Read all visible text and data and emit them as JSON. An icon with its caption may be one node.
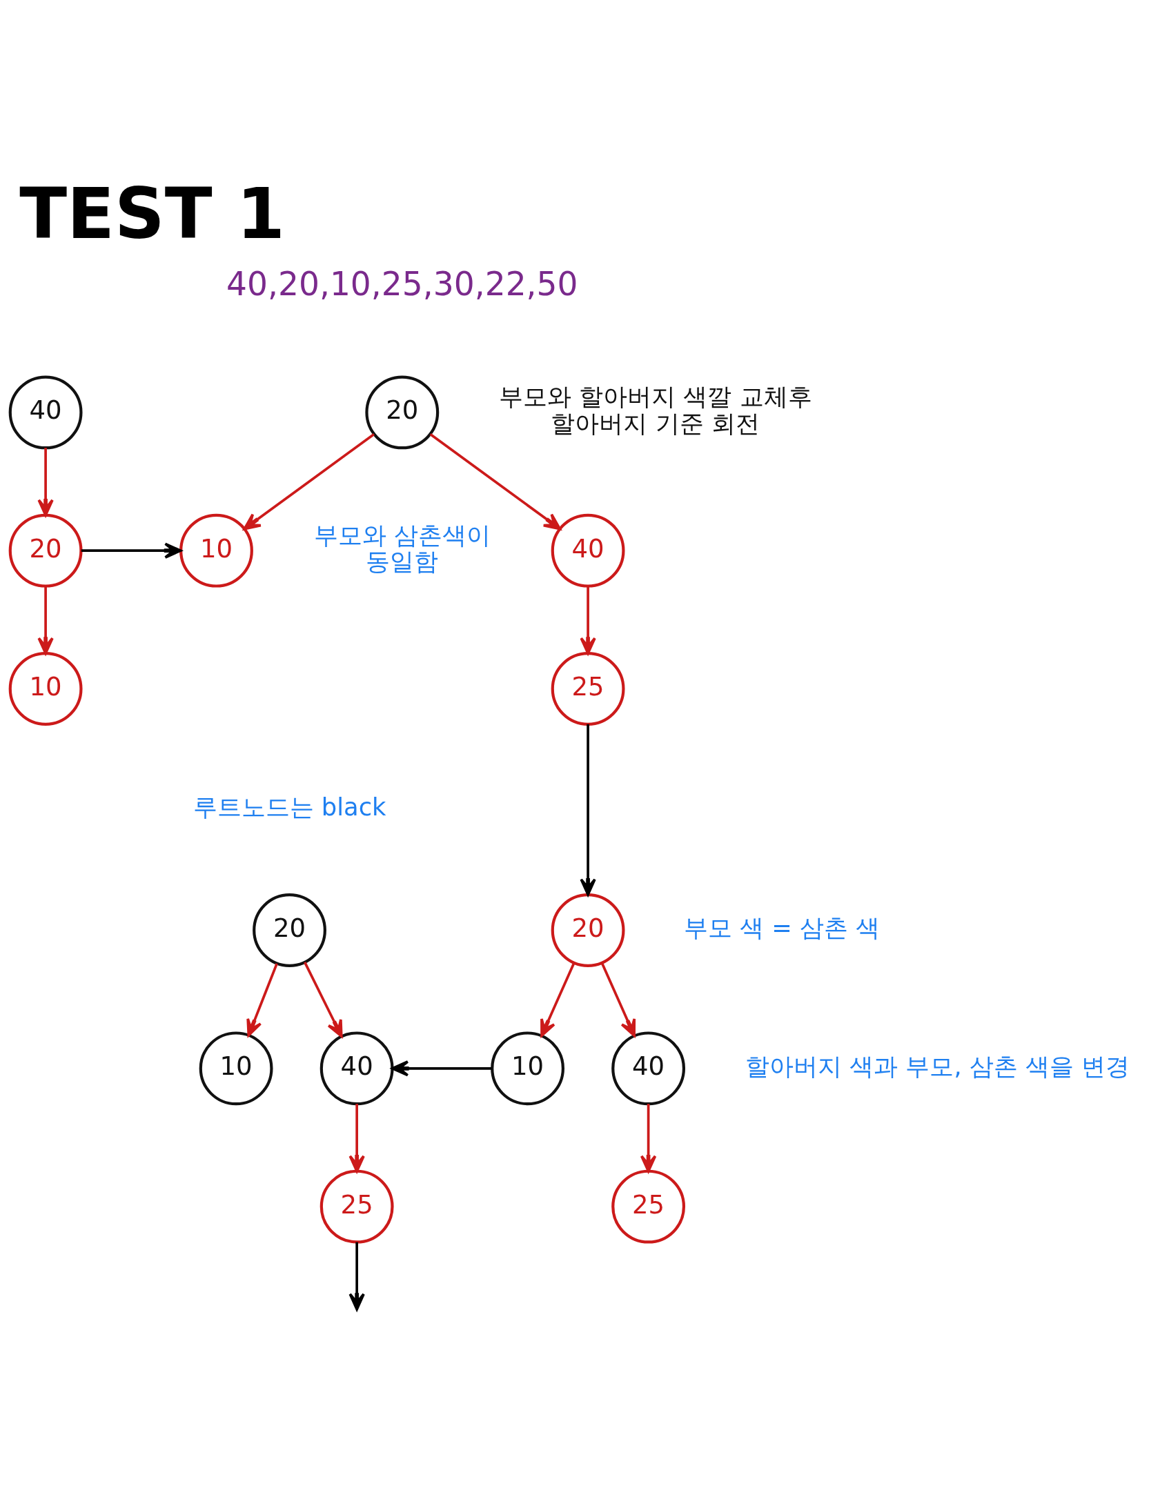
{
  "diagram": {
    "title": "TEST 1",
    "nodes": [
      {
        "text": [
          "40"
        ]
      },
      {
        "text": [
          "20"
        ]
      },
      {
        "text": [
          "10"
        ]
      },
      {
        "text": [
          "20"
        ]
      },
      {
        "text": [
          "10"
        ]
      },
      {
        "text": [
          "40"
        ]
      },
      {
        "text": [
          "25"
        ]
      },
      {
        "text": [
          "20"
        ]
      },
      {
        "text": [
          "10"
        ]
      },
      {
        "text": [
          "40"
        ]
      },
      {
        "text": [
          "25"
        ]
      },
      {
        "text": [
          "20"
        ]
      },
      {
        "text": [
          "10"
        ]
      },
      {
        "text": [
          "40"
        ]
      },
      {
        "text": [
          "25"
        ]
      }
    ],
    "edges": [
      {
        "from": 0,
        "to": 1,
        "arrow": "to"
      },
      {
        "from": 1,
        "to": 2,
        "arrow": "to"
      },
      {
        "from": 1,
        "to": 4,
        "arrow": "to",
        "color": "#000000"
      },
      {
        "from": 3,
        "to": 4,
        "arrow": "to"
      },
      {
        "from": 3,
        "to": 5,
        "arrow": "to"
      },
      {
        "from": 5,
        "to": 6,
        "arrow": "to"
      },
      {
        "from": 6,
        "to": 11,
        "arrow": "to",
        "color": "#000000"
      },
      {
        "from": 7,
        "to": 8,
        "arrow": "to"
      },
      {
        "from": 7,
        "to": 9,
        "arrow": "to"
      },
      {
        "from": 9,
        "to": 10,
        "arrow": "to"
      },
      {
        "from": 12,
        "to": 9,
        "arrow": "to",
        "color": "#000000"
      },
      {
        "from": 11,
        "to": 12,
        "arrow": "to"
      },
      {
        "from": 11,
        "to": 13,
        "arrow": "to"
      },
      {
        "from": 13,
        "to": 14,
        "arrow": "to"
      },
      {
        "from": 10,
        "to": null,
        "arrow": "to",
        "color": "#000000"
      }
    ],
    "labels": [
      "40,20,10,25,30,22,50",
      "부모와 할아버지 색깔 교체후 할아버지 기준 회전",
      "부모와 삼촌색이 동일함",
      "루트노드는 black",
      "부모 색 = 삼촌 색",
      "할아버지 색과 부모, 삼촌 색을 변경"
    ]
  }
}
